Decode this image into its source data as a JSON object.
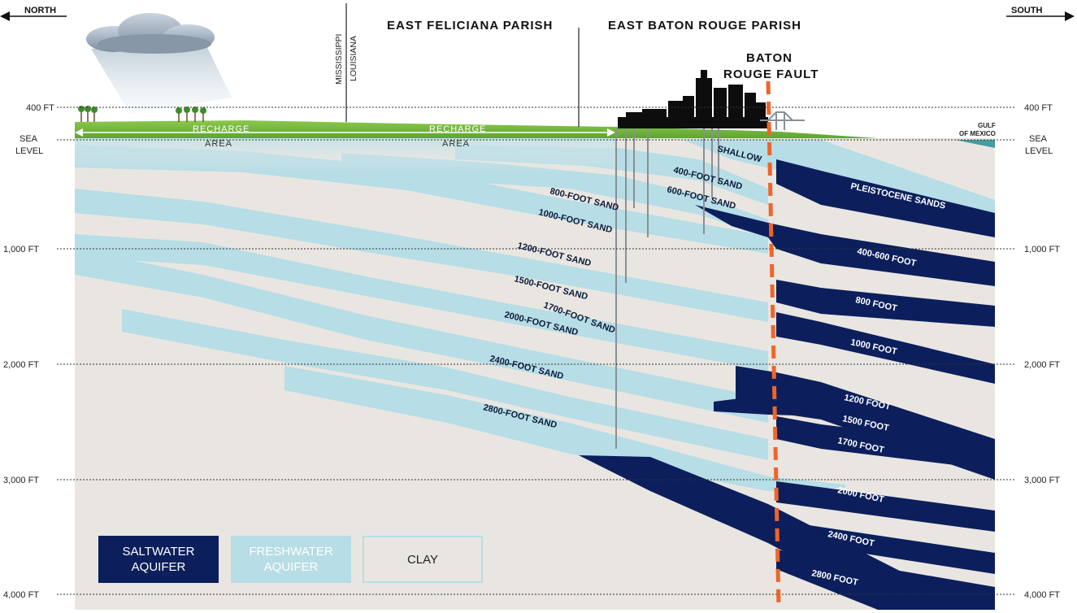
{
  "header": {
    "north": "NORTH",
    "south": "SOUTH",
    "parish_left": "EAST FELICIANA PARISH",
    "parish_right": "EAST BATON ROUGE PARISH",
    "state_ms": "MISSISSIPPI",
    "state_la": "LOUISIANA",
    "fault": [
      "BATON",
      "ROUGE FAULT"
    ],
    "gulf": [
      "GULF",
      "OF MEXICO"
    ]
  },
  "surface": {
    "recharge_1": [
      "RECHARGE",
      "AREA"
    ],
    "recharge_2": [
      "RECHARGE",
      "AREA"
    ]
  },
  "depth_labels": {
    "left": [
      "400 FT",
      "SEA",
      "LEVEL",
      "1,000 FT",
      "2,000 FT",
      "3,000 FT",
      "4,000 FT"
    ],
    "right": [
      "400 FT",
      "SEA",
      "LEVEL",
      "1,000 FT",
      "2,000 FT",
      "3,000 FT",
      "4,000 FT"
    ]
  },
  "fresh_labels": [
    "SHALLOW",
    "400-FOOT SAND",
    "600-FOOT SAND",
    "800-FOOT SAND",
    "1000-FOOT SAND",
    "1200-FOOT SAND",
    "1500-FOOT SAND",
    "1700-FOOT SAND",
    "2000-FOOT SAND",
    "2400-FOOT SAND",
    "2800-FOOT SAND"
  ],
  "salt_labels": [
    "PLEISTOCENE SANDS",
    "400-600 FOOT",
    "800 FOOT",
    "1000 FOOT",
    "1200 FOOT",
    "1500 FOOT",
    "1700 FOOT",
    "2000 FOOT",
    "2400 FOOT",
    "2800 FOOT"
  ],
  "legend": {
    "saltwater": "SALTWATER\nAQUIFER",
    "freshwater": "FRESHWATER\nAQUIFER",
    "clay": "CLAY"
  },
  "colors": {
    "saltwater": "#0c1f5c",
    "freshwater": "#b7dde6",
    "clay": "#e9e6e1",
    "fault": "#f0642a",
    "land": "#7cbf3f"
  }
}
